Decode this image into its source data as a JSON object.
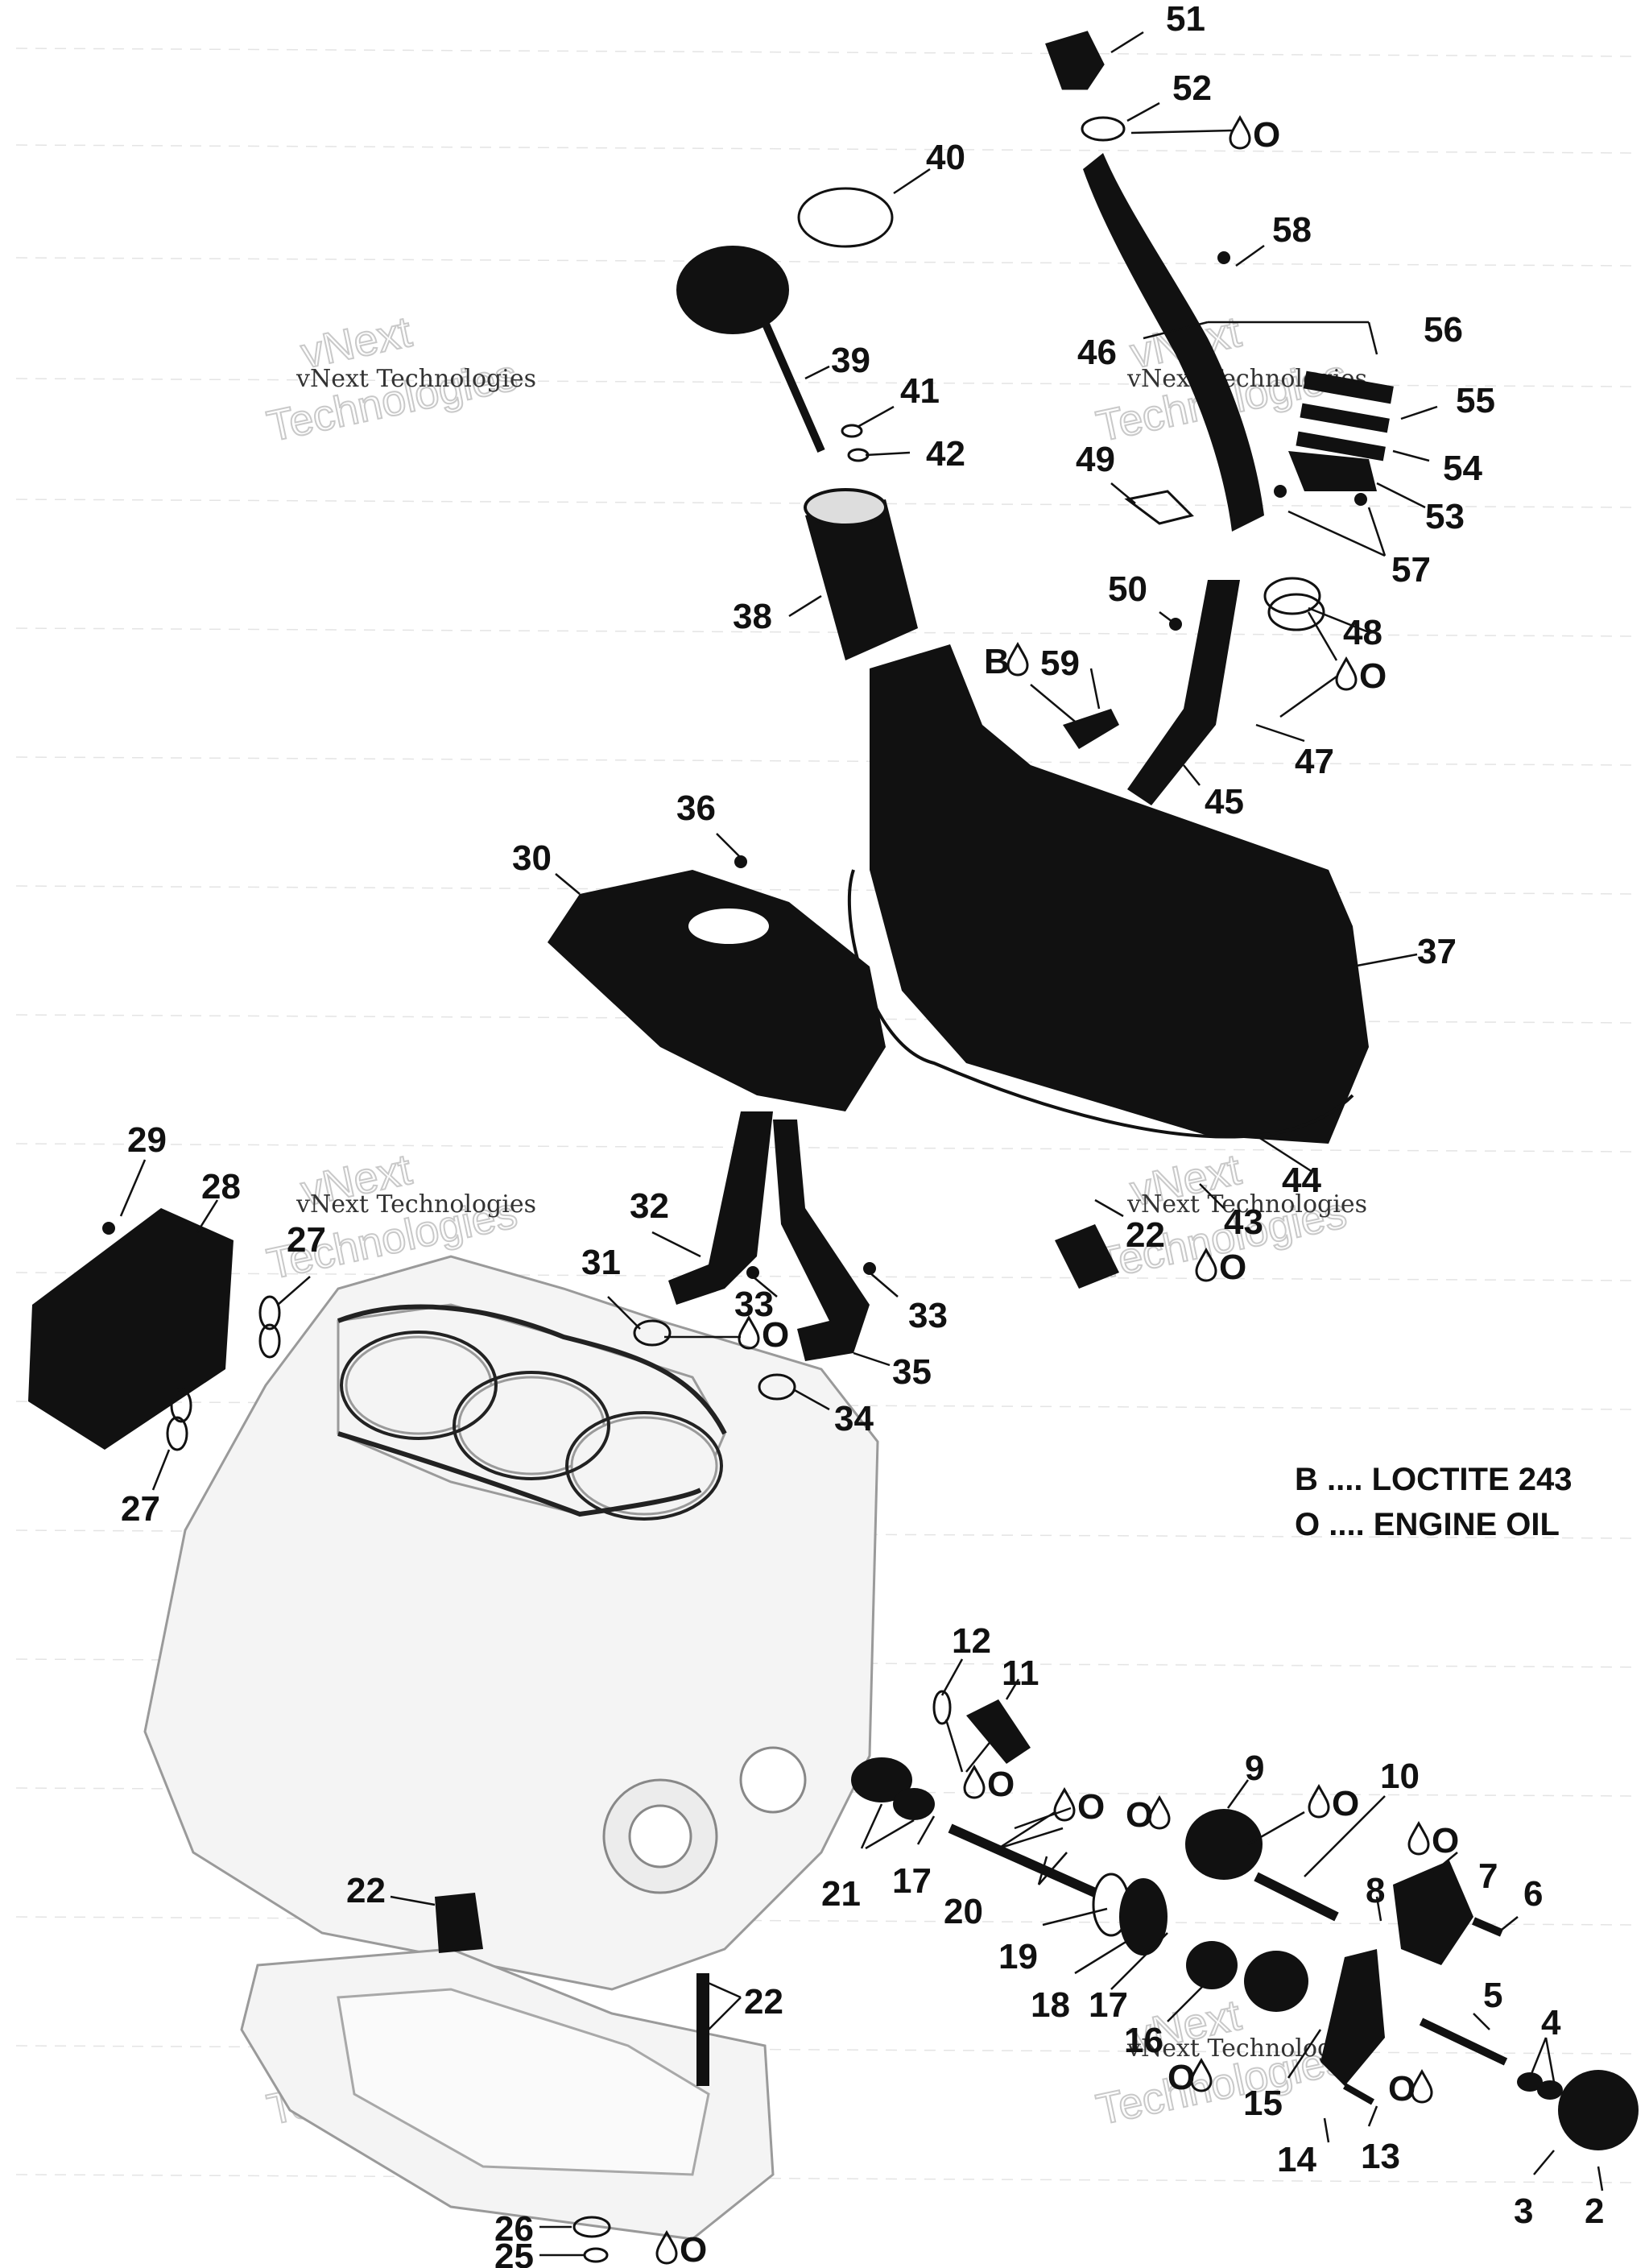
{
  "diagram": {
    "callouts": [
      {
        "id": "51",
        "label": "51"
      },
      {
        "id": "52",
        "label": "52"
      },
      {
        "id": "40",
        "label": "40"
      },
      {
        "id": "58",
        "label": "58"
      },
      {
        "id": "56",
        "label": "56"
      },
      {
        "id": "46",
        "label": "46"
      },
      {
        "id": "39",
        "label": "39"
      },
      {
        "id": "41",
        "label": "41"
      },
      {
        "id": "42",
        "label": "42"
      },
      {
        "id": "55",
        "label": "55"
      },
      {
        "id": "54",
        "label": "54"
      },
      {
        "id": "49",
        "label": "49"
      },
      {
        "id": "53",
        "label": "53"
      },
      {
        "id": "57",
        "label": "57"
      },
      {
        "id": "38",
        "label": "38"
      },
      {
        "id": "50",
        "label": "50"
      },
      {
        "id": "48",
        "label": "48"
      },
      {
        "id": "59",
        "label": "59"
      },
      {
        "id": "47",
        "label": "47"
      },
      {
        "id": "45",
        "label": "45"
      },
      {
        "id": "36",
        "label": "36"
      },
      {
        "id": "30",
        "label": "30"
      },
      {
        "id": "37",
        "label": "37"
      },
      {
        "id": "29",
        "label": "29"
      },
      {
        "id": "28",
        "label": "28"
      },
      {
        "id": "44",
        "label": "44"
      },
      {
        "id": "32",
        "label": "32"
      },
      {
        "id": "43",
        "label": "43"
      },
      {
        "id": "22a",
        "label": "22"
      },
      {
        "id": "27a",
        "label": "27"
      },
      {
        "id": "31",
        "label": "31"
      },
      {
        "id": "33a",
        "label": "33"
      },
      {
        "id": "33b",
        "label": "33"
      },
      {
        "id": "35",
        "label": "35"
      },
      {
        "id": "34",
        "label": "34"
      },
      {
        "id": "27b",
        "label": "27"
      },
      {
        "id": "12",
        "label": "12"
      },
      {
        "id": "11",
        "label": "11"
      },
      {
        "id": "9",
        "label": "9"
      },
      {
        "id": "10",
        "label": "10"
      },
      {
        "id": "7",
        "label": "7"
      },
      {
        "id": "6",
        "label": "6"
      },
      {
        "id": "8",
        "label": "8"
      },
      {
        "id": "21",
        "label": "21"
      },
      {
        "id": "17a",
        "label": "17"
      },
      {
        "id": "20",
        "label": "20"
      },
      {
        "id": "22b",
        "label": "22"
      },
      {
        "id": "19",
        "label": "19"
      },
      {
        "id": "18",
        "label": "18"
      },
      {
        "id": "17b",
        "label": "17"
      },
      {
        "id": "22c",
        "label": "22"
      },
      {
        "id": "16",
        "label": "16"
      },
      {
        "id": "5",
        "label": "5"
      },
      {
        "id": "4",
        "label": "4"
      },
      {
        "id": "15",
        "label": "15"
      },
      {
        "id": "13",
        "label": "13"
      },
      {
        "id": "14",
        "label": "14"
      },
      {
        "id": "3",
        "label": "3"
      },
      {
        "id": "2",
        "label": "2"
      },
      {
        "id": "26",
        "label": "26"
      },
      {
        "id": "25",
        "label": "25"
      }
    ],
    "symbols": {
      "oil_code": "O",
      "loctite_code": "B"
    },
    "legend": [
      {
        "code": "B",
        "text": "B .... LOCTITE 243"
      },
      {
        "code": "O",
        "text": "O .... ENGINE OIL"
      }
    ],
    "watermark": {
      "brand": "vNext Technologies",
      "big_top": "vNext",
      "big_bottom": "Technologies"
    },
    "colors": {
      "parts_dark": "#111111",
      "parts_ghost": "#f4f4f4",
      "leader": "#111111",
      "background": "#ffffff"
    }
  }
}
